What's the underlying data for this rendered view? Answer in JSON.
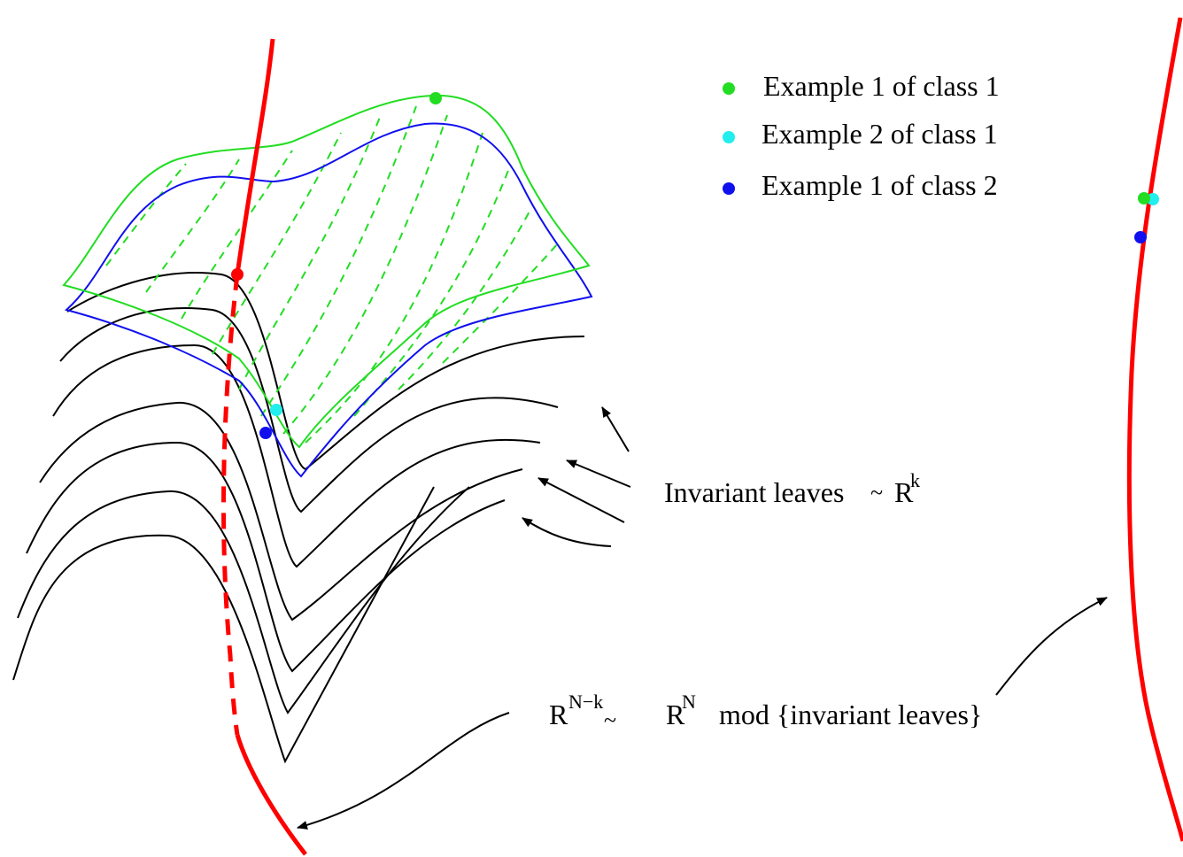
{
  "legend": {
    "items": [
      {
        "label": "Example 1 of class 1",
        "color": "#22dd22"
      },
      {
        "label": "Example 2 of class 1",
        "color": "#22eeee"
      },
      {
        "label": "Example 1 of class 2",
        "color": "#1010ee"
      }
    ]
  },
  "annotations": {
    "leaves": {
      "text": "Invariant leaves",
      "tilde": "~",
      "base": "R",
      "sup": "k"
    },
    "quotient": {
      "base1": "R",
      "sup1": "N−k",
      "tilde": "~",
      "base2": "R",
      "sup2": "N",
      "suffix": "mod {invariant leaves}"
    }
  },
  "colors": {
    "leaf": "#000000",
    "green_leaf": "#22dd22",
    "blue_leaf": "#1010ee",
    "transversal": "#ff0000",
    "hatch": "#22dd22"
  }
}
